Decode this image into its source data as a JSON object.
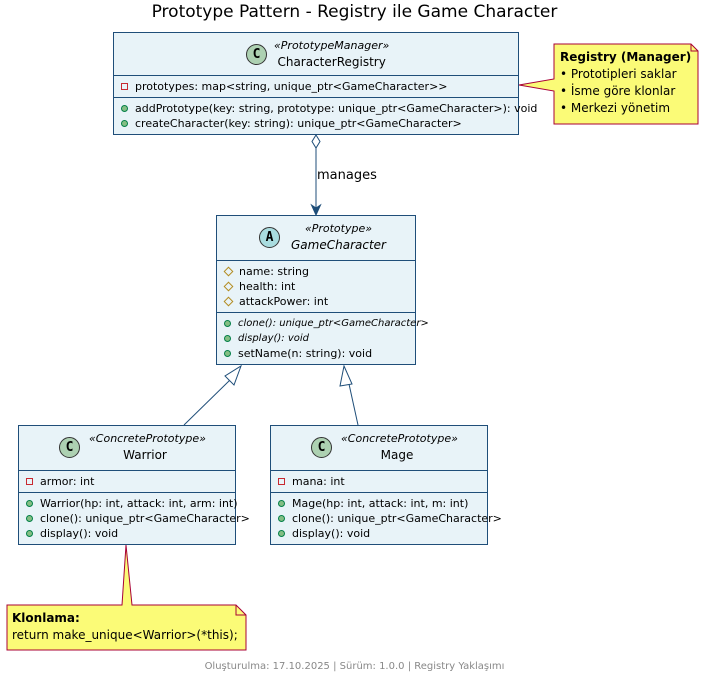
{
  "title": "Prototype Pattern - Registry ile Game Character",
  "footer": "Oluşturulma: 17.10.2025 | Sürüm: 1.0.0 | Registry Yaklaşımı",
  "edge_label": "manages",
  "colors": {
    "class_bg": "#e8f3f8",
    "class_border": "#1f4e79",
    "note_bg": "#fbfb77",
    "note_border": "#a80036",
    "badge_class": "#add1b2",
    "badge_abstract": "#a9dcdf"
  },
  "classes": {
    "registry": {
      "badge": "C",
      "stereotype": "«PrototypeManager»",
      "name": "CharacterRegistry",
      "fields": [
        {
          "vis": "private",
          "text": "prototypes: map<string, unique_ptr<GameCharacter>>"
        }
      ],
      "methods": [
        {
          "vis": "public",
          "text": "addPrototype(key: string, prototype: unique_ptr<GameCharacter>): void"
        },
        {
          "vis": "public",
          "text": "createCharacter(key: string): unique_ptr<GameCharacter>"
        }
      ]
    },
    "game_character": {
      "badge": "A",
      "stereotype": "«Prototype»",
      "name": "GameCharacter",
      "fields": [
        {
          "vis": "protected",
          "text": "name: string"
        },
        {
          "vis": "protected",
          "text": "health: int"
        },
        {
          "vis": "protected",
          "text": "attackPower: int"
        }
      ],
      "methods": [
        {
          "vis": "public",
          "text": "clone(): unique_ptr<GameCharacter>",
          "abstract": true
        },
        {
          "vis": "public",
          "text": "display(): void",
          "abstract": true
        },
        {
          "vis": "public",
          "text": "setName(n: string): void"
        }
      ]
    },
    "warrior": {
      "badge": "C",
      "stereotype": "«ConcretePrototype»",
      "name": "Warrior",
      "fields": [
        {
          "vis": "private",
          "text": "armor: int"
        }
      ],
      "methods": [
        {
          "vis": "public",
          "text": "Warrior(hp: int, attack: int, arm: int)"
        },
        {
          "vis": "public",
          "text": "clone(): unique_ptr<GameCharacter>"
        },
        {
          "vis": "public",
          "text": "display(): void"
        }
      ]
    },
    "mage": {
      "badge": "C",
      "stereotype": "«ConcretePrototype»",
      "name": "Mage",
      "fields": [
        {
          "vis": "private",
          "text": "mana: int"
        }
      ],
      "methods": [
        {
          "vis": "public",
          "text": "Mage(hp: int, attack: int, m: int)"
        },
        {
          "vis": "public",
          "text": "clone(): unique_ptr<GameCharacter>"
        },
        {
          "vis": "public",
          "text": "display(): void"
        }
      ]
    }
  },
  "notes": {
    "registry_note": {
      "title": "Registry (Manager)",
      "lines": [
        "• Prototipleri saklar",
        "• İsme göre klonlar",
        "• Merkezi yönetim"
      ]
    },
    "clone_note": {
      "title": "Klonlama:",
      "lines": [
        "return make_unique<Warrior>(*this);"
      ]
    }
  }
}
